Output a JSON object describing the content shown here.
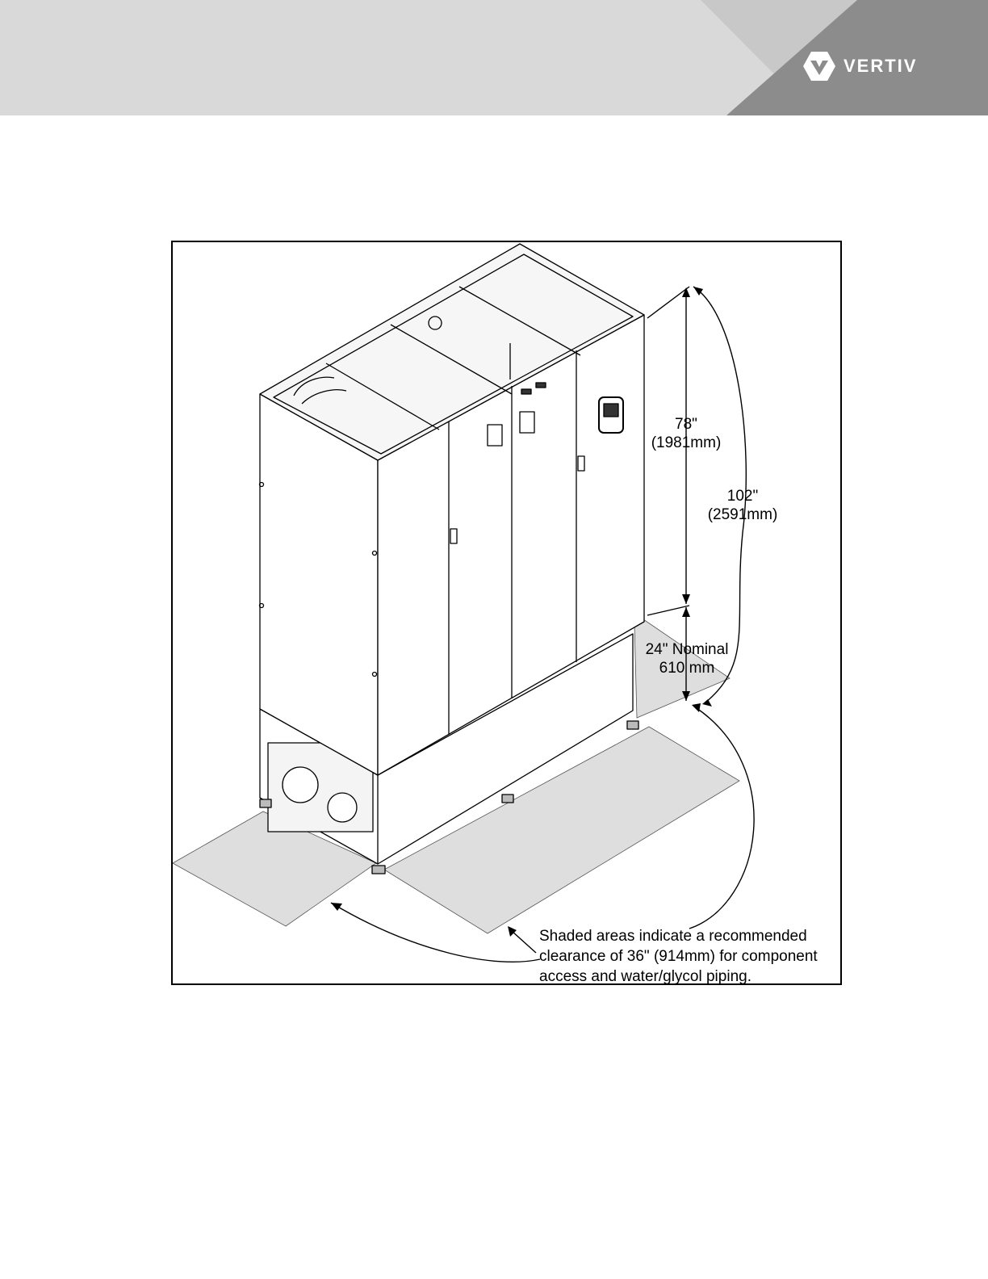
{
  "header": {
    "brand_name": "VERTIV",
    "logo_icon": "vertiv-v-logo-icon",
    "colors": {
      "band_light": "#d9d9d9",
      "band_mid": "#c4c4c4",
      "band_dark": "#8c8c8c",
      "logo": "#ffffff"
    }
  },
  "figure": {
    "illustration": "cooling-unit-isometric-drawing",
    "dimension_top": {
      "inches": "78\"",
      "mm": "(1981mm)"
    },
    "dimension_total": {
      "inches": "102\"",
      "mm": "(2591mm)"
    },
    "dimension_base": {
      "inches": "24\" Nominal",
      "mm": "610 mm"
    },
    "clearance_note": {
      "line1": "Shaded areas indicate a recommended",
      "line2": "clearance of 36\" (914mm) for component",
      "line3": "access and water/glycol piping."
    },
    "colors": {
      "shade": "#dedede",
      "line": "#000000"
    }
  }
}
